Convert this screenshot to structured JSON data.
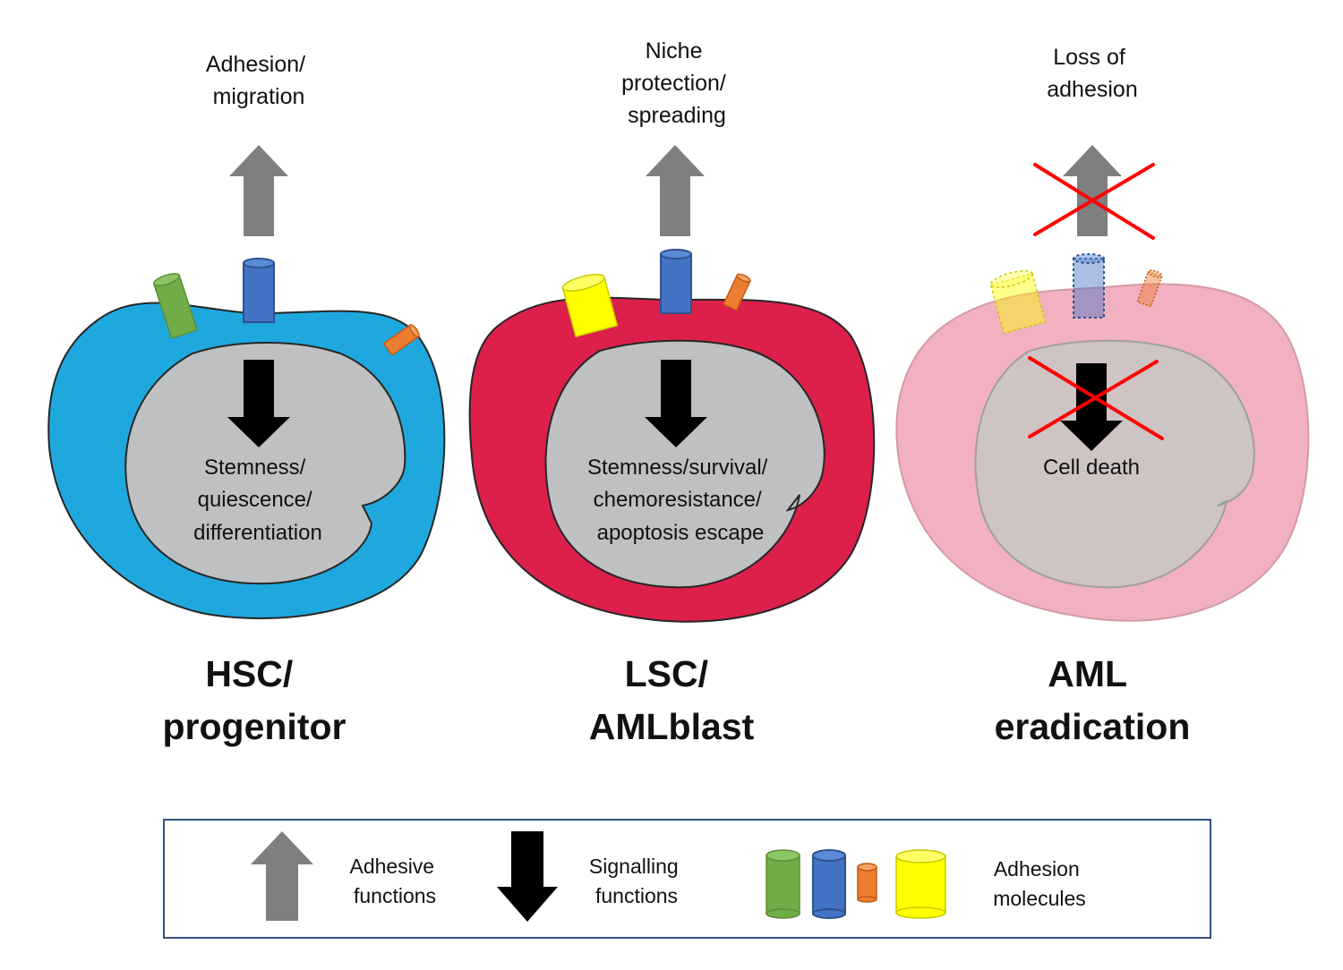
{
  "panels": [
    {
      "id": "hsc",
      "top_label_lines": [
        "Adhesion/",
        "migration"
      ],
      "inner_label_lines": [
        "Stemness/",
        "quiescence/",
        "differentiation"
      ],
      "title_lines": [
        "HSC/",
        "progenitor"
      ],
      "cell_color": "#1fa8de",
      "nucleus_color": "#bec0c2",
      "crossed": false,
      "molecules": [
        "green",
        "blue",
        "orange"
      ]
    },
    {
      "id": "lsc",
      "top_label_lines": [
        "Niche",
        "protection/",
        "spreading"
      ],
      "inner_label_lines": [
        "Stemness/survival/",
        "chemoresistance/",
        "apoptosis escape"
      ],
      "title_lines": [
        "LSC/",
        "AMLblast"
      ],
      "cell_color": "#dc1f4b",
      "nucleus_color": "#bec0c2",
      "crossed": false,
      "molecules": [
        "yellow",
        "blue",
        "orange"
      ]
    },
    {
      "id": "aml",
      "top_label_lines": [
        "Loss of",
        "adhesion"
      ],
      "inner_label_lines": [
        "Cell death"
      ],
      "title_lines": [
        "AML",
        "eradication"
      ],
      "cell_color": "#f1b1c0",
      "nucleus_color": "#cfc4c4",
      "crossed": true,
      "molecules": [
        "yellow",
        "blue",
        "orange"
      ]
    }
  ],
  "legend": {
    "adhesive_lines": [
      "Adhesive",
      "functions"
    ],
    "signalling_lines": [
      "Signalling",
      "functions"
    ],
    "molecules_lines": [
      "Adhesion",
      "molecules"
    ]
  },
  "colors": {
    "adhesive_arrow": "#7f7f7f",
    "signalling_arrow": "#000000",
    "cross": "#ff0000",
    "legend_border": "#2f4f7f",
    "green": "#70ad47",
    "blue": "#4472c4",
    "orange": "#ed7d31",
    "yellow": "#ffff00"
  }
}
